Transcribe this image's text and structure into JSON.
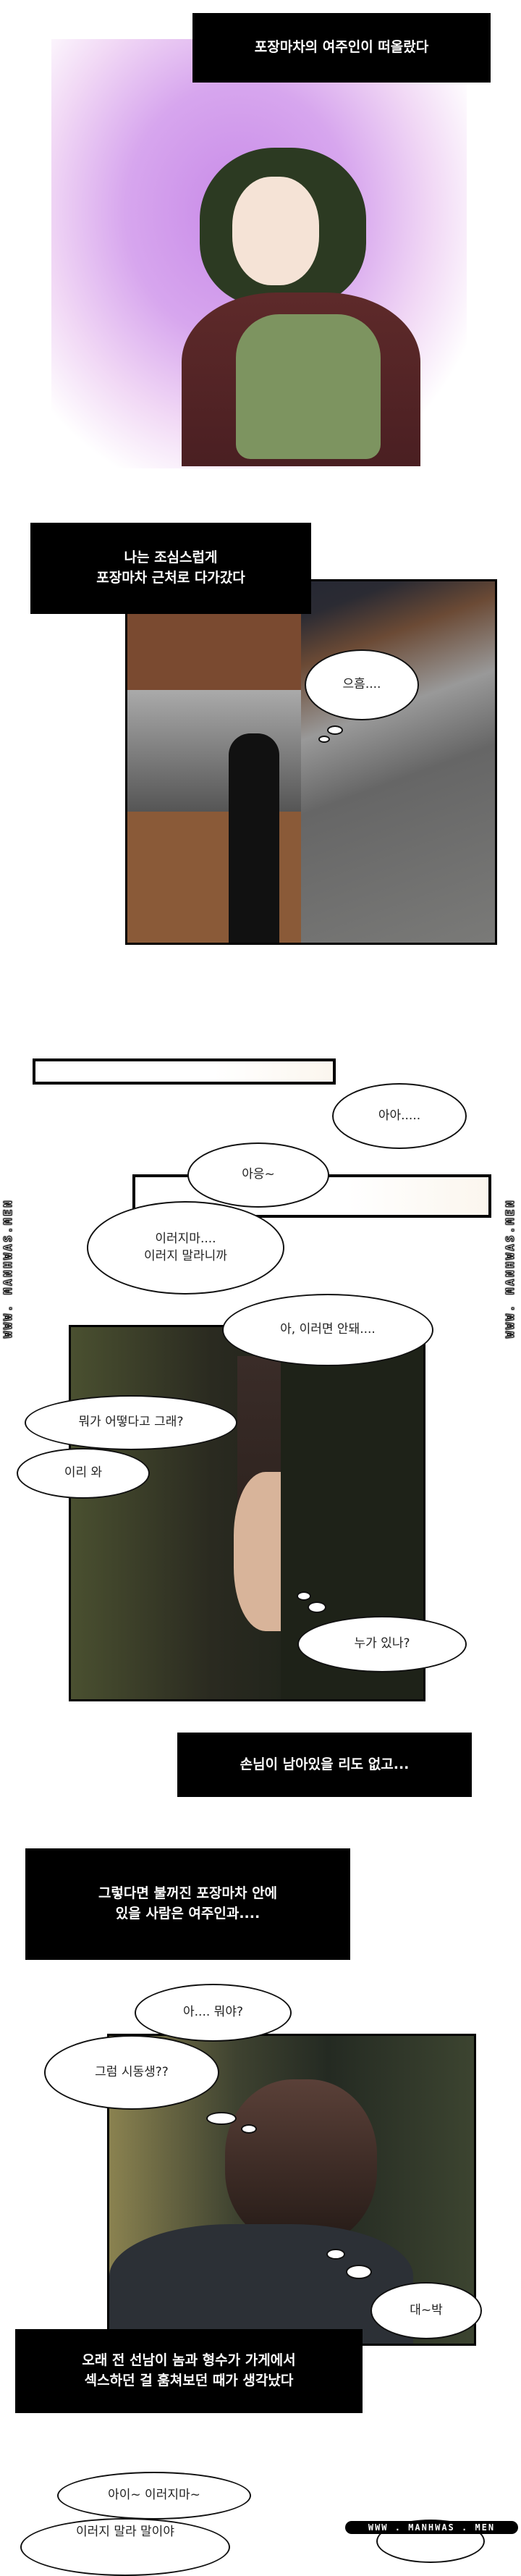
{
  "captions": {
    "c1": "포장마차의 여주인이 떠올랐다",
    "c2": "나는 조심스럽게\n포장마차 근처로 다가갔다",
    "c3": "손님이 남아있을 리도 없고...",
    "c4": "그렇다면 불꺼진 포장마차 안에\n있을 사람은 여주인과....",
    "c5": "오래 전 선남이 놈과 형수가 가게에서\n섹스하던 걸 훔쳐보던 때가 생각났다"
  },
  "bubbles": {
    "b1": "으흠....",
    "b2": "아아.....",
    "b3": "아응~",
    "b4": "이러지마....\n이러지 말라니까",
    "b5": "아, 이러면 안돼....",
    "b6": "뭐가 어떻다고 그래?",
    "b7": "이리 와",
    "b8": "누가 있나?",
    "b9": "아.... 뭐야?",
    "b10": "그럼 시동생??",
    "b11": "대~박",
    "b12": "아이~ 이러지마~",
    "b13": "이러지 말라 말이야"
  },
  "watermark": {
    "vertical": "WWW. MANHWAS.MEN",
    "bottom": "WWW . MANHWAS . MEN"
  },
  "colors": {
    "caption_bg": "#000000",
    "caption_text": "#ffffff",
    "flashback_purple": "#c88ae8",
    "night_panel_green": "#3d4228"
  }
}
